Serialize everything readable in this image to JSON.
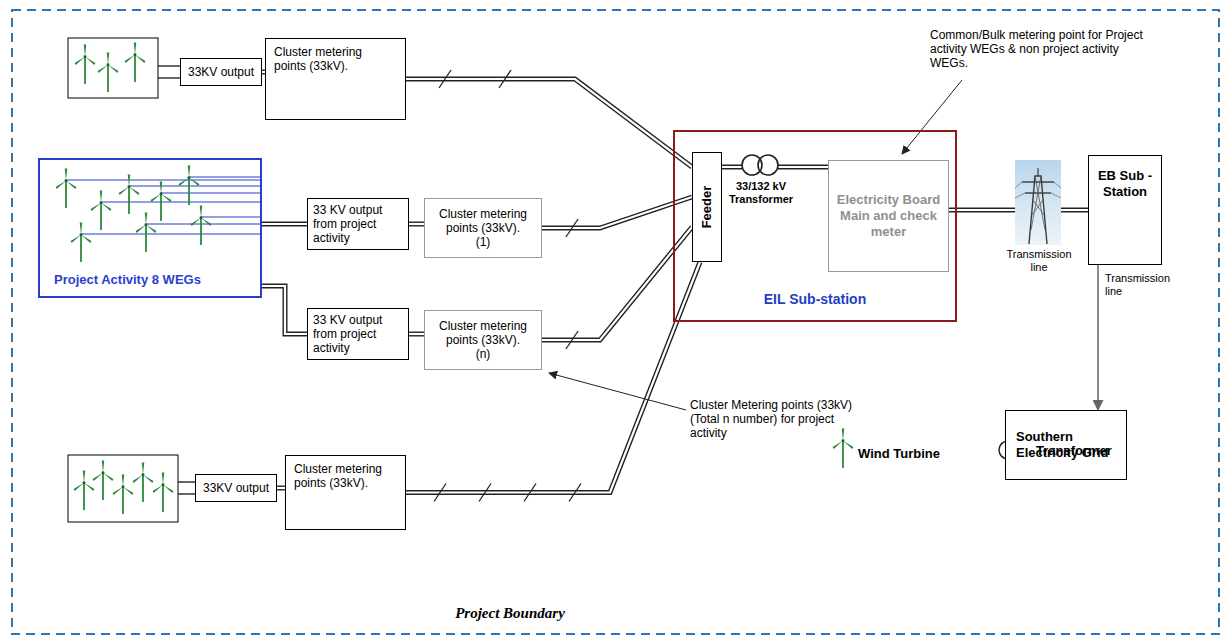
{
  "diagram": {
    "nodes": [
      {
        "text": [
          "33KV output"
        ]
      },
      {
        "text": [
          "Cluster metering points (33kV)."
        ]
      },
      {
        "text": [
          "Project Activity 8 WEGs"
        ]
      },
      {
        "text": [
          "33 KV output from project activity"
        ]
      },
      {
        "text": [
          "Cluster metering points (33kV).",
          "(1)"
        ]
      },
      {
        "text": [
          "33 KV output from project activity"
        ]
      },
      {
        "text": [
          "Cluster metering points (33kV).",
          "(n)"
        ]
      },
      {
        "text": [
          "33KV output"
        ]
      },
      {
        "text": [
          "Cluster metering points (33kV)."
        ]
      },
      {
        "text": [
          "EIL Sub-station"
        ]
      },
      {
        "text": [
          "Feeder"
        ],
        "in": 9
      },
      {
        "text": [
          "Electricity Board Main and check meter"
        ],
        "in": 9
      },
      {
        "text": [
          "EB Sub - Station"
        ]
      },
      {
        "text": [
          "Southern Electricity Grid"
        ]
      }
    ],
    "edges": [
      {
        "from": 0,
        "to": 1,
        "arrow": "none"
      },
      {
        "from": 1,
        "to": 10,
        "arrow": "none"
      },
      {
        "from": 2,
        "to": 3,
        "arrow": "none"
      },
      {
        "from": 3,
        "to": 4,
        "arrow": "none"
      },
      {
        "from": 4,
        "to": 10,
        "arrow": "none"
      },
      {
        "from": 2,
        "to": 5,
        "arrow": "none"
      },
      {
        "from": 5,
        "to": 6,
        "arrow": "none"
      },
      {
        "from": 6,
        "to": 10,
        "arrow": "none"
      },
      {
        "from": 7,
        "to": 8,
        "arrow": "none"
      },
      {
        "from": 8,
        "to": 10,
        "arrow": "none"
      },
      {
        "from": 10,
        "to": 11,
        "arrow": "none"
      },
      {
        "from": 11,
        "to": 12,
        "arrow": "none"
      },
      {
        "from": 12,
        "to": 13,
        "arrow": "to"
      }
    ],
    "labels": [
      "Common/Bulk metering point for Project activity WEGs & non project activity WEGs.",
      "33/132 kV Transformer",
      "Transmission line",
      "Transmission line",
      "Cluster Metering points (33kV) (Total n number) for project activity",
      "Project Boundary"
    ],
    "legend": [
      {
        "text": "Wind Turbine"
      },
      {
        "text": "Transformer"
      }
    ]
  }
}
